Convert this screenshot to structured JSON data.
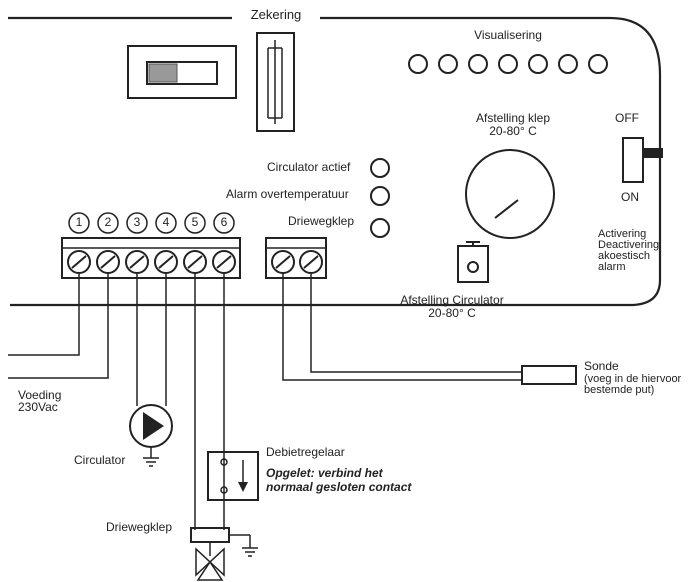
{
  "labels": {
    "fuse": "Zekering",
    "visualisation": "Visualisering",
    "valve_adjust_line1": "Afstelling klep",
    "valve_adjust_line2": "20-80° C",
    "off": "OFF",
    "on": "ON",
    "activation_line1": "Activering",
    "activation_line2": "Deactivering",
    "activation_line3": "akoestisch",
    "activation_line4": "alarm",
    "circulator_active": "Circulator actief",
    "alarm_overtemp": "Alarm overtemperatuur",
    "threeway_valve_led": "Driewegklep",
    "circ_adjust_line1": "Afstelling Circulator",
    "circ_adjust_line2": "20-80° C",
    "power_line1": "Voeding",
    "power_line2": "230Vac",
    "circulator": "Circulator",
    "flow_regulator": "Debietregelaar",
    "warning_line1": "Opgelet: verbind het",
    "warning_line2": "normaal gesloten contact",
    "probe_line1": "Sonde",
    "probe_line2": "(voeg in de hiervoor",
    "probe_line3": "bestemde put)",
    "threeway_valve": "Driewegklep"
  },
  "terminal_numbers": [
    "1",
    "2",
    "3",
    "4",
    "5",
    "6"
  ],
  "icons": [
    "fuse-icon",
    "power-switch-icon",
    "on-off-toggle-icon",
    "potentiometer-dial-icon",
    "circulator-pump-icon",
    "ground-icon",
    "flow-switch-icon",
    "three-way-valve-icon",
    "temperature-probe-icon",
    "led-indicator-icon"
  ]
}
